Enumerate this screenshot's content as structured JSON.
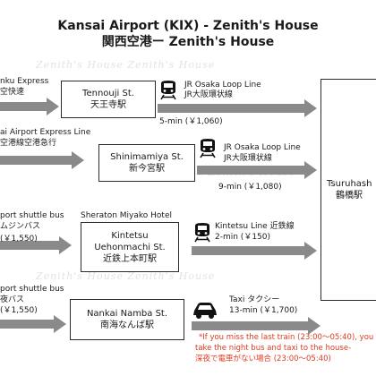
{
  "header": {
    "title_en": "Kansai Airport (KIX) - Zenith's House",
    "title_jp": "関西空港ー Zenith's House"
  },
  "watermark": "Zenith's House  Zenith's House",
  "routes": {
    "nankai_express": {
      "label_en": "nku Express",
      "label_jp": "空快速"
    },
    "jr_express": {
      "label_en": "ai Airport Express Line",
      "label_jp": "空港線空港急行"
    },
    "shuttle1": {
      "label_en": "port shuttle bus",
      "label_jp": "ムジンバス",
      "fare": "(￥1,550)"
    },
    "shuttle2": {
      "label_en": "port shuttle bus",
      "label_jp": "夜バス",
      "fare": "(￥1,550)"
    }
  },
  "stations": {
    "tennouji": {
      "en": "Tennouji St.",
      "jp": "天王寺駅"
    },
    "shinimamiya": {
      "en": "Shinimamiya St.",
      "jp": "新今宮駅"
    },
    "uehonmachi": {
      "en1": "Kintetsu",
      "en2": "Uehonmachi St.",
      "jp": "近鉄上本町駅"
    },
    "namba": {
      "en": "Nankai Namba St.",
      "jp": "南海なんば駅"
    },
    "tsuruhashi": {
      "en": "Tsuruhash",
      "jp": "鶴橋駅"
    }
  },
  "legs": {
    "jr1": {
      "line_en": "JR Osaka Loop Line",
      "line_jp": "JR大阪環状線",
      "time": "5-min (￥1,060)"
    },
    "jr2": {
      "line_en": "JR Osaka Loop Line",
      "line_jp": "JR大阪環状線",
      "time": "9-min (￥1,080)"
    },
    "kintetsu": {
      "line": "Kintetsu Line 近鉄線",
      "time": "2-min (￥150)"
    },
    "taxi": {
      "line": "Taxi タクシー",
      "time": "13-min (￥1,700)"
    }
  },
  "hotel_label": "Sheraton Miyako Hotel",
  "note": {
    "line1": "*If you miss the last train (23:00～05:40), you",
    "line2": "take the night bus and taxi to the house-",
    "line3": "深夜で電車がない場合 (23:00～05:40)"
  },
  "colors": {
    "arrow": "#8a8a8a",
    "note": "#e03a1e",
    "border": "#2b2b2b"
  }
}
